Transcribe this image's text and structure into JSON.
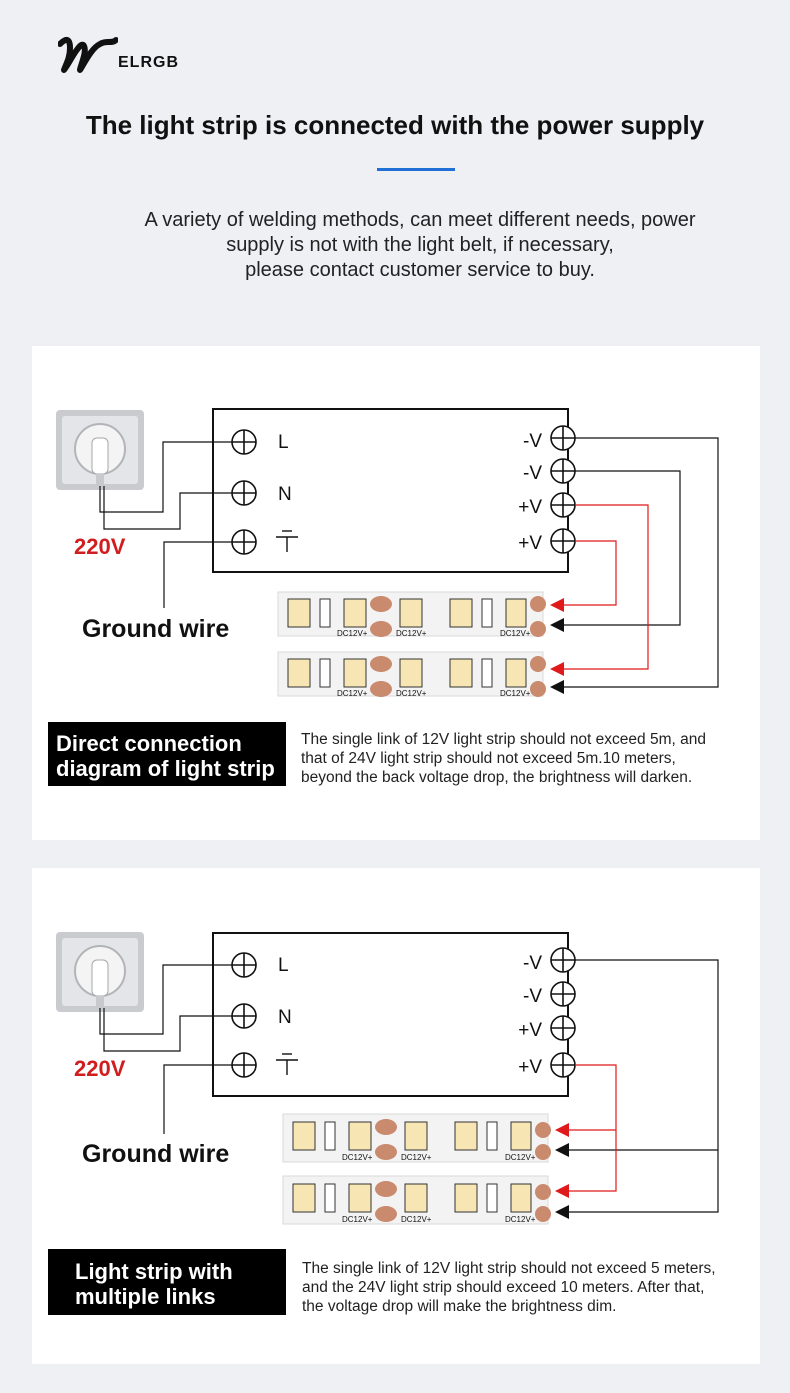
{
  "brand": {
    "name": "ELRGB"
  },
  "header": {
    "title": "The light strip is connected with the power supply",
    "intro_lines": [
      "A variety of welding methods, can meet different needs, power",
      "supply is not with the light belt, if necessary,",
      "please contact customer service to buy."
    ]
  },
  "diagrams": [
    {
      "input_terminals": [
        "L",
        "N",
        ""
      ],
      "output_terminals": [
        "-V",
        "-V",
        "+V",
        "+V"
      ],
      "voltage": "220V",
      "ground_label": "Ground wire",
      "strip_label": "DC12V+",
      "title_lines": [
        "Direct connection",
        "diagram of light strip"
      ],
      "description_lines": [
        "The single link of 12V light strip should not exceed 5m, and",
        "that of 24V light strip should not exceed 5m.10 meters,",
        "beyond the back voltage drop, the brightness will darken."
      ]
    },
    {
      "input_terminals": [
        "L",
        "N",
        ""
      ],
      "output_terminals": [
        "-V",
        "-V",
        "+V",
        "+V"
      ],
      "voltage": "220V",
      "ground_label": "Ground wire",
      "strip_label": "DC12V+",
      "title_lines": [
        "Light strip with",
        "multiple links"
      ],
      "description_lines": [
        "The single link of 12V light strip should not exceed 5 meters,",
        "and the 24V light strip should exceed 10 meters. After that,",
        "the voltage drop will make the brightness dim."
      ]
    }
  ],
  "colors": {
    "accent": "#1f6fd6",
    "voltage_red": "#d01d1d",
    "positive_wire": "#e0191b",
    "negative_wire": "#000000",
    "label_bg": "#000000"
  }
}
